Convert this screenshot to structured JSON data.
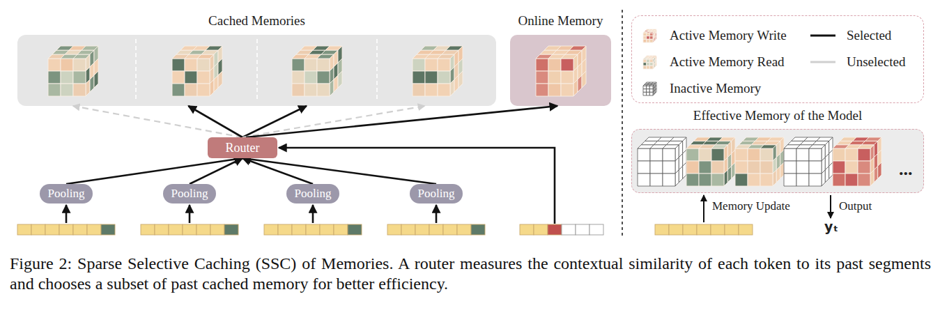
{
  "diagram": {
    "caption": "Figure 2: Sparse Selective Caching (SSC) of Memories. A router measures the contextual similarity of each token to its past segments and chooses a subset of past cached memory for better efficiency.",
    "nodes": [
      {
        "text": [
          "Cached Memories"
        ]
      },
      {
        "text": [
          "Online Memory"
        ]
      },
      {
        "text": [
          "Router"
        ]
      },
      {
        "text": [
          "Pooling"
        ]
      },
      {
        "text": [
          "Pooling"
        ]
      },
      {
        "text": [
          "Pooling"
        ]
      },
      {
        "text": [
          "Pooling"
        ]
      },
      {
        "text": [
          "Effective Memory of the Model"
        ]
      }
    ],
    "edges": [
      {
        "from": 3,
        "to": 2,
        "arrow": "to"
      },
      {
        "from": 4,
        "to": 2,
        "arrow": "to"
      },
      {
        "from": 5,
        "to": 2,
        "arrow": "to"
      },
      {
        "from": 6,
        "to": 2,
        "arrow": "to"
      },
      {
        "from": 2,
        "to": 0,
        "arrow": "to"
      },
      {
        "from": 2,
        "to": 0,
        "arrow": "to"
      },
      {
        "from": 2,
        "to": 0,
        "arrow": "to"
      },
      {
        "from": 2,
        "to": 0,
        "arrow": "to"
      },
      {
        "from": 2,
        "to": 1,
        "arrow": "to"
      }
    ],
    "labels": [
      "Memory Update",
      "Output",
      "yₜ",
      "..."
    ],
    "legend": [
      {
        "text": "Active Memory Write"
      },
      {
        "text": "Selected"
      },
      {
        "text": "Active Memory Read"
      },
      {
        "text": "Unselected"
      },
      {
        "text": "Inactive Memory"
      }
    ]
  }
}
